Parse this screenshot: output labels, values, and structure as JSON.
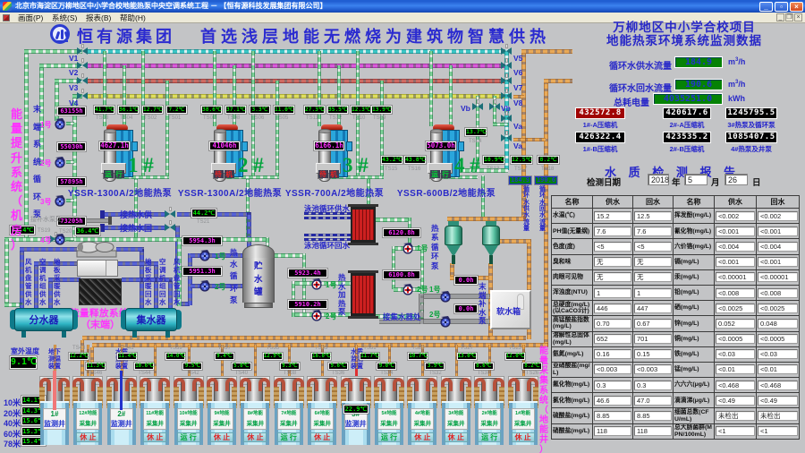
{
  "window": {
    "title": "北京市海淀区万柳地区中小学合校地能热泵中央空调系统工程 － 【恒有源科技发展集团有限公司】",
    "menu": [
      "画面(P)",
      "系统(S)",
      "报表(B)",
      "帮助(H)"
    ],
    "buttons": {
      "minimize": "_",
      "maximize": "□",
      "close": "×"
    }
  },
  "header": {
    "brand": "恒有源集团",
    "slogan": "首选浅层地能无燃烧为建筑物智慧供热",
    "project_line1": "万柳地区中小学合校项目",
    "project_line2": "地能热泵环境系统监测数据"
  },
  "panel": {
    "flows": [
      {
        "label": "循环水供水流量",
        "value": "184.9",
        "unit": "m³/h"
      },
      {
        "label": "循环水回水流量",
        "value": "190.6",
        "unit": "m³/h"
      },
      {
        "label": "总耗电量",
        "value": "4035251.0",
        "unit": "kWh"
      }
    ],
    "meters": [
      {
        "label": "1#-A压缩机",
        "value": "432572.8",
        "alarm": true
      },
      {
        "label": "2#-A压缩机",
        "value": "420617.6",
        "alarm": false
      },
      {
        "label": "3#热泵及循环泵",
        "value": "1245795.5",
        "alarm": false
      },
      {
        "label": "1#-B压缩机",
        "value": "426322.4",
        "alarm": false
      },
      {
        "label": "2#-B压缩机",
        "value": "423535.2",
        "alarm": false
      },
      {
        "label": "4#热泵及井泵",
        "value": "1085407.5",
        "alarm": false
      }
    ],
    "report": {
      "title": "水 质 检 测 报 告",
      "date_label": "检测日期",
      "year": "2018",
      "year_suffix": "年",
      "month": "5",
      "month_suffix": "月",
      "day": "26",
      "day_suffix": "日",
      "columns": [
        "名称",
        "供水",
        "回水",
        "名称",
        "供水",
        "回水"
      ],
      "rows": [
        [
          "水温(℃)",
          "15.2",
          "12.5",
          "挥发酚(mg/L)",
          "<0.002",
          "<0.002"
        ],
        [
          "PH值(无量纲)",
          "7.6",
          "7.6",
          "氰化物(mg/L)",
          "<0.001",
          "<0.001"
        ],
        [
          "色度(度)",
          "<5",
          "<5",
          "六价铬(mg/L)",
          "<0.004",
          "<0.004"
        ],
        [
          "臭和味",
          "无",
          "无",
          "镉(mg/L)",
          "<0.001",
          "<0.001"
        ],
        [
          "肉眼可见物",
          "无",
          "无",
          "汞(mg/L)",
          "<0.00001",
          "<0.00001"
        ],
        [
          "浑浊度(NTU)",
          "1",
          "1",
          "铅(mg/L)",
          "<0.008",
          "<0.008"
        ],
        [
          "总硬度(mg/L)(以CaCO3计)",
          "446",
          "447",
          "硒(mg/L)",
          "<0.0025",
          "<0.0025"
        ],
        [
          "高锰酸盐指数(mg/L)",
          "0.70",
          "0.67",
          "锌(mg/L)",
          "0.052",
          "0.048"
        ],
        [
          "溶解性总固体(mg/L)",
          "652",
          "701",
          "铜(mg/L)",
          "<0.0005",
          "<0.0005"
        ],
        [
          "氨氮(mg/L)",
          "0.16",
          "0.15",
          "铁(mg/L)",
          "<0.03",
          "<0.03"
        ],
        [
          "亚硝酸盐(mg/L)",
          "<0.003",
          "<0.003",
          "锰(mg/L)",
          "<0.01",
          "<0.01"
        ],
        [
          "氟化物(mg/L)",
          "0.3",
          "0.3",
          "六六六(μg/L)",
          "<0.468",
          "<0.468"
        ],
        [
          "氯化物(mg/L)",
          "46.6",
          "47.0",
          "滴滴涕(μg/L)",
          "<0.49",
          "<0.49"
        ],
        [
          "硫酸盐(mg/L)",
          "8.85",
          "8.85",
          "细菌总数(CFU/mL)",
          "未检出",
          "未检出"
        ],
        [
          "硝酸盐(mg/L)",
          "118",
          "118",
          "总大肠菌群(MPN/100mL)",
          "<1",
          "<1"
        ]
      ]
    }
  },
  "schematic": {
    "section_labels": {
      "machine_room": "能量提升系统（机房）",
      "release_line1": "能量释放系统",
      "release_line2": "（末端）",
      "collection": "能量采集系统（地能井）"
    },
    "units": [
      {
        "num": "1 #",
        "model": "YSSR-1300A/2地能热泵",
        "hours": "4627.1h",
        "status": "运行",
        "running": true
      },
      {
        "num": "2 #",
        "model": "YSSR-1300A/2地能热泵",
        "hours": "41046h",
        "status": "待机",
        "running": false
      },
      {
        "num": "3 #",
        "model": "YSSR-700A/2地能热泵",
        "hours": "6166.1h",
        "status": "待机",
        "running": false
      },
      {
        "num": "4 #",
        "model": "YSSR-600B/2地能热泵",
        "hours": "5073.0h",
        "status": "运行",
        "running": true
      }
    ],
    "main_valves": [
      "V1",
      "V2",
      "V3",
      "V4",
      "V5",
      "V6",
      "V7",
      "V8"
    ],
    "aux_valves": [
      "Va",
      "Va",
      "Vb",
      "Vb"
    ],
    "top_sensors": [
      {
        "tag": "TS03",
        "value": "41.7℃"
      },
      {
        "tag": "TS04",
        "value": "36.1℃"
      },
      {
        "tag": "TS02",
        "value": "12.7℃"
      },
      {
        "tag": "TS01",
        "value": "7.2℃"
      },
      {
        "tag": "TS07",
        "value": "38.6℃"
      },
      {
        "tag": "TS08",
        "value": "37.1℃"
      },
      {
        "tag": "TS06",
        "value": "3.3℃"
      },
      {
        "tag": "TS05",
        "value": "11.0℃"
      },
      {
        "tag": "TS11",
        "value": "27.3℃"
      },
      {
        "tag": "TS12",
        "value": "35.5℃"
      },
      {
        "tag": "TS10",
        "value": "12.3℃"
      },
      {
        "tag": "TS09",
        "value": "13.9℃"
      }
    ],
    "right_sensors": [
      {
        "tag": "TS14",
        "value": "13.7℃"
      },
      {
        "tag": "TS15",
        "value": "43.2℃"
      },
      {
        "tag": "TS16",
        "value": "43.8℃"
      },
      {
        "tag": "TS13",
        "value": "10.9℃"
      },
      {
        "tag": "TS17",
        "value": "12.5℃"
      },
      {
        "tag": "TS18",
        "value": "8.2℃"
      }
    ],
    "mid_sensors": [
      {
        "tag": "TS19",
        "value": "41.4℃"
      },
      {
        "tag": "TS20",
        "value": "36.4℃"
      },
      {
        "tag": "TS21",
        "value": "44.2℃"
      }
    ],
    "end_pumps": {
      "label": "末端系统循环泵",
      "items": [
        {
          "name": "1号",
          "hours": "63155h"
        },
        {
          "name": "2号",
          "hours": "55030h"
        },
        {
          "name": "3号",
          "hours": "57895h"
        },
        {
          "name": "4号",
          "hours": "73205h"
        }
      ]
    },
    "hw_pumps": {
      "label": "热水循环泵",
      "items": [
        {
          "name": "1号",
          "hours": "5954.3h"
        },
        {
          "name": "2号",
          "hours": "5951.3h"
        }
      ]
    },
    "heating_pumps": {
      "label": "热水加热泵",
      "items": [
        {
          "name": "1号",
          "hours": "5923.4h"
        },
        {
          "name": "2号",
          "hours": "5910.2h"
        }
      ]
    },
    "hx_pumps": {
      "label": "热系循环泵",
      "items": [
        {
          "name": "1号",
          "hours": "6120.8h"
        },
        {
          "name": "2号",
          "hours": "6100.8h"
        }
      ]
    },
    "makeup_pumps": {
      "label": "末端补水泵",
      "items": [
        {
          "name": "1号",
          "hours": "0.0h"
        },
        {
          "name": "2号",
          "hours": "0.0h"
        }
      ]
    },
    "tanks": {
      "distributor": "分水器",
      "collector": "集水器",
      "storage": "贮水罐",
      "soft": "软水箱"
    },
    "end_pipe_labels": [
      "风机盘管供水",
      "空调机组供水",
      "地板采暖供水",
      "地板采暖回水",
      "空调机组回水",
      "风机盘管回水"
    ],
    "hot_water": {
      "supply": "接热水供",
      "return": "接热水回"
    },
    "pool": {
      "supply": "泳池循环供水",
      "return": "泳池循环回水"
    },
    "makeup_label": "接补水泵处",
    "collector_conn": "接集水器处",
    "flow_meters": [
      {
        "value": "184.9",
        "label": "循环水供水流量"
      },
      {
        "value": "190.6",
        "label": "循环水回水流量"
      }
    ],
    "outdoor": {
      "label": "室外温度",
      "value": "9.1℃"
    },
    "probes": {
      "underground_temp": "地下测温装置",
      "water_quality1": "水质监测装置",
      "water_quality2": "水质监测装置",
      "probe3_value": "22.9℃"
    },
    "depth_temps": [
      {
        "depth": "10米",
        "value": "14.1℃"
      },
      {
        "depth": "20米",
        "value": "14.3℃"
      },
      {
        "depth": "40米",
        "value": "15.6℃"
      },
      {
        "depth": "60米",
        "value": "15.3℃"
      },
      {
        "depth": "78米",
        "value": "15.4℃"
      }
    ],
    "well_sensors_top": [
      {
        "tag": "TS43",
        "value": "12.2℃"
      },
      {
        "tag": "TS41",
        "value": "11.4℃"
      },
      {
        "tag": "TS39",
        "value": "14.0℃"
      },
      {
        "tag": "TS37",
        "value": "9.4℃"
      },
      {
        "tag": "TS35",
        "value": "12.9℃"
      },
      {
        "tag": "TS33",
        "value": "16.0℃"
      },
      {
        "tag": "TS31",
        "value": "11.7℃"
      },
      {
        "tag": "TS29",
        "value": "10.7℃"
      },
      {
        "tag": "TS27",
        "value": "13.0℃"
      },
      {
        "tag": "TS25",
        "value": "12.0℃"
      }
    ],
    "well_sensors_bottom": [
      {
        "tag": "TS46",
        "value": "11.3℃"
      },
      {
        "tag": "TS44",
        "value": "10.6℃"
      },
      {
        "tag": "TS42",
        "value": "9.5℃"
      },
      {
        "tag": "TS40",
        "value": "5.0℃"
      },
      {
        "tag": "TS38",
        "value": "9.3℃"
      },
      {
        "tag": "TS36",
        "value": "9.6℃"
      },
      {
        "tag": "TS34",
        "value": "9.0℃"
      },
      {
        "tag": "TS32",
        "value": "3.9℃"
      },
      {
        "tag": "TS30",
        "value": "8.6℃"
      },
      {
        "tag": "TS26",
        "value": "8.2℃"
      }
    ],
    "wells": [
      {
        "line1": "1#",
        "line2": "监测井",
        "status": "",
        "monitor": true
      },
      {
        "line1": "12#地能",
        "line2": "采集井",
        "status": "休 止",
        "monitor": false
      },
      {
        "line1": "2#",
        "line2": "监测井",
        "status": "",
        "monitor": true
      },
      {
        "line1": "11#地能",
        "line2": "采集井",
        "status": "休 止",
        "monitor": false
      },
      {
        "line1": "10#地能",
        "line2": "采集井",
        "status": "运 行",
        "monitor": false
      },
      {
        "line1": "9#地能",
        "line2": "采集井",
        "status": "休 止",
        "monitor": false
      },
      {
        "line1": "8#地能",
        "line2": "采集井",
        "status": "休 止",
        "monitor": false
      },
      {
        "line1": "7#地能",
        "line2": "采集井",
        "status": "运 行",
        "monitor": false
      },
      {
        "line1": "6#地能",
        "line2": "采集井",
        "status": "休 止",
        "monitor": false
      },
      {
        "line1": "3#",
        "line2": "监测井",
        "status": "",
        "monitor": true
      },
      {
        "line1": "5#地能",
        "line2": "采集井",
        "status": "运 行",
        "monitor": false
      },
      {
        "line1": "4#地能",
        "line2": "采集井",
        "status": "休 止",
        "monitor": false
      },
      {
        "line1": "3#地能",
        "line2": "采集井",
        "status": "休 止",
        "monitor": false
      },
      {
        "line1": "2#地能",
        "line2": "采集井",
        "status": "运 行",
        "monitor": false
      },
      {
        "line1": "1#地能",
        "line2": "采集井",
        "status": "休 止",
        "monitor": false
      }
    ]
  }
}
